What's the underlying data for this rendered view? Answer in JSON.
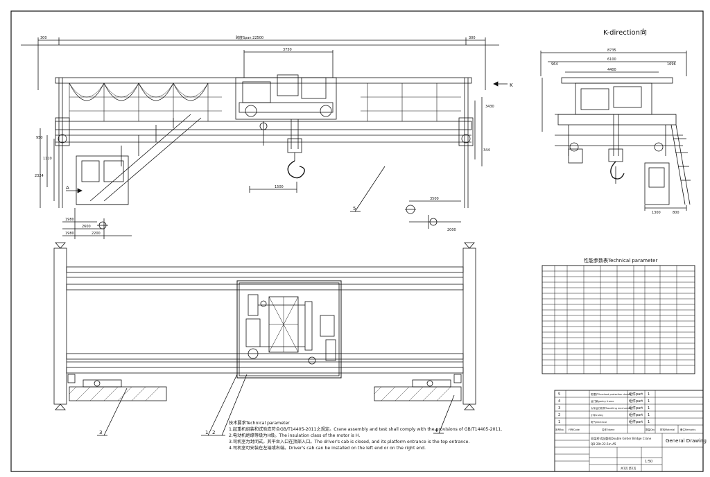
{
  "views": {
    "main_span_label": "跨度Span 22500",
    "dim_top_left": "300",
    "dim_top_right": "300",
    "dim_trolley_top": "3750",
    "dim_h_right": "3430",
    "dim_hook_offset": "1500",
    "dim_bottom_right_1": "3500",
    "dim_bottom_right_2": "2000",
    "dim_left_1": "1980",
    "dim_left_2": "2600",
    "dim_left_3": "2200",
    "dim_left_4": "1980",
    "dim_v_left_1": "950",
    "dim_v_left_2": "1110",
    "dim_v_left_3": "2324",
    "dim_v_right_small": "344",
    "view_a_label": "A",
    "k_arrow_label": "K",
    "k_view_title": "K-direction向",
    "k_dim_total": "8735",
    "k_dim_inner": "6100",
    "k_dim_trolley": "4400",
    "k_dim_left": "964",
    "k_dim_right": "1696",
    "k_dim_bottom_1": "1300",
    "k_dim_bottom_2": "800"
  },
  "balloons": [
    "1",
    "2",
    "3",
    "4",
    "5"
  ],
  "tech_table": {
    "title": "性能参数表Technical parameter",
    "rows": 19
  },
  "bom": {
    "rows": [
      {
        "no": "5",
        "name": "防撞护Overload protection device",
        "part": "组件part",
        "qty": "1"
      },
      {
        "no": "4",
        "name": "龙门架gantry frame",
        "part": "组件part",
        "qty": "1"
      },
      {
        "no": "3",
        "name": "大车运行机构Travelling mechanism",
        "part": "组件part",
        "qty": "1"
      },
      {
        "no": "2",
        "name": "小车trolley",
        "part": "组件part",
        "qty": "1"
      },
      {
        "no": "1",
        "name": "电气electrical",
        "part": "组件part",
        "qty": "1"
      }
    ],
    "header": [
      "序号No.",
      "代号Code",
      "名称 Name",
      "数量Qty",
      "材料Material",
      "备注Remarks"
    ],
    "title_cn_en": "双梁桥式起重机Double Girder Bridge Crane",
    "drawing_no": "QD 20t-22.5m A5",
    "doc_type": "General Drawing",
    "scale": "1:50",
    "sheet": "共1页 第1页"
  },
  "notes": {
    "title": "技术要求Technical parameter",
    "items": [
      "1.起重机组装和试验应符合GB/T14405-2011之规定。Crane assembly and test shall comply with the provisions of GB/T14405-2011.",
      "2.电动机绝缘等级为H级。The insulation class of the motor is H.",
      "3.司机室为封闭式，其平台入口在顶部入口。The driver's cab is closed, and its platform entrance is the top entrance.",
      "4.司机室可安装在左端或右端。Driver's cab can be installed on the left end or on the right end."
    ]
  }
}
